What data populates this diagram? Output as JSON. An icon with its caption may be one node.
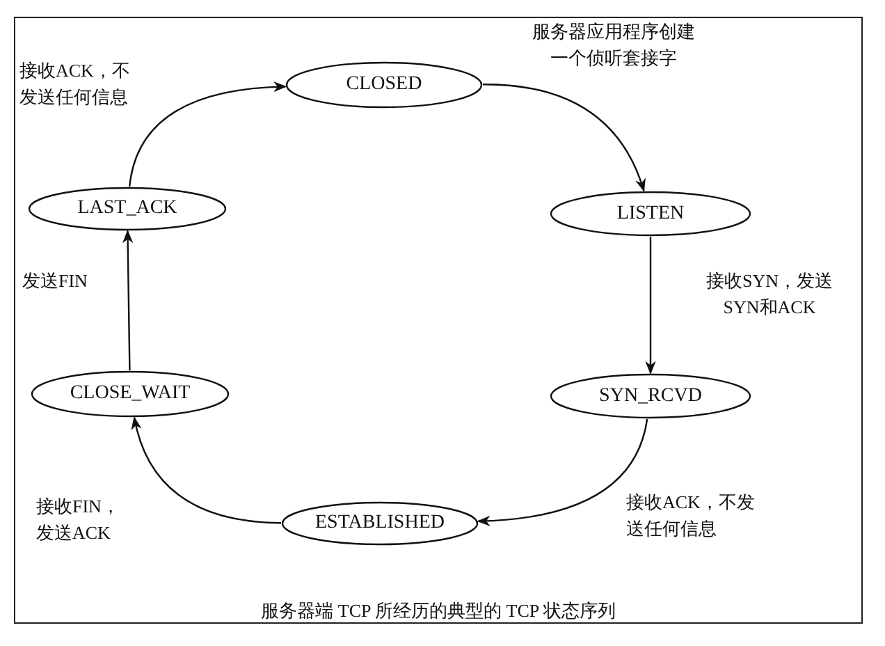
{
  "diagram": {
    "caption": "服务器端 TCP 所经历的典型的 TCP 状态序列",
    "nodes": [
      {
        "text": [
          "CLOSED"
        ]
      },
      {
        "text": [
          "LISTEN"
        ]
      },
      {
        "text": [
          "SYN_RCVD"
        ]
      },
      {
        "text": [
          "ESTABLISHED"
        ]
      },
      {
        "text": [
          "CLOSE_WAIT"
        ]
      },
      {
        "text": [
          "LAST_ACK"
        ]
      }
    ],
    "edges": [
      {
        "from": 0,
        "to": 1,
        "arrow": "to",
        "label": "服务器应用程序创建一个侦听套接字"
      },
      {
        "from": 1,
        "to": 2,
        "arrow": "to",
        "label": "接收SYN，发送SYN和ACK"
      },
      {
        "from": 2,
        "to": 3,
        "arrow": "to",
        "label": "接收ACK，不发送任何信息"
      },
      {
        "from": 3,
        "to": 4,
        "arrow": "to",
        "label": "接收FIN，发送ACK"
      },
      {
        "from": 4,
        "to": 5,
        "arrow": "to",
        "label": "发送FIN"
      },
      {
        "from": 5,
        "to": 0,
        "arrow": "to",
        "label": "接收ACK，不发送任何信息"
      }
    ]
  }
}
